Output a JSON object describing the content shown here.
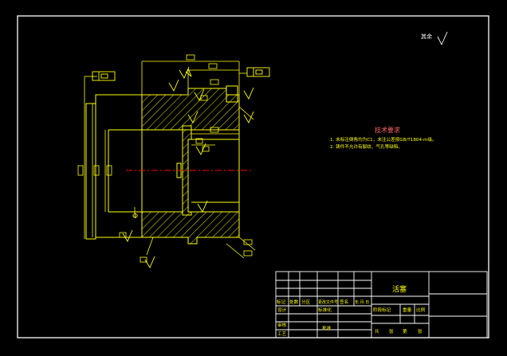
{
  "colors": {
    "background": "#000000",
    "frame": "#ffffff",
    "part_outline": "#ffff00",
    "hatch": "#ffff00",
    "centerline": "#ff0000",
    "notes_text": "#ffff00",
    "notes_title": "#ff6666",
    "title_block_text": "#ffff00"
  },
  "roughness_note": {
    "prefix": "其余"
  },
  "tech_requirements": {
    "title": "技术要求",
    "items": [
      "1. 未标注倒角均为C1，未注公差按GB/T1804-m级。",
      "2. 铸件不允许有裂纹、气孔等缺陷。"
    ]
  },
  "diameter_symbol": "Φ",
  "title_block": {
    "part_name": "活塞",
    "rev_headers": [
      "标记",
      "处数",
      "分区",
      "更改文件号",
      "签名",
      "年.月.日"
    ],
    "rows_left": [
      "设计",
      "审核",
      "工艺"
    ],
    "standardize": "标准化",
    "approve": "批准",
    "stage_headers": [
      "阶段标记",
      "重量",
      "比例"
    ],
    "sheet_footer": [
      "共",
      "张",
      "第",
      "张"
    ]
  }
}
